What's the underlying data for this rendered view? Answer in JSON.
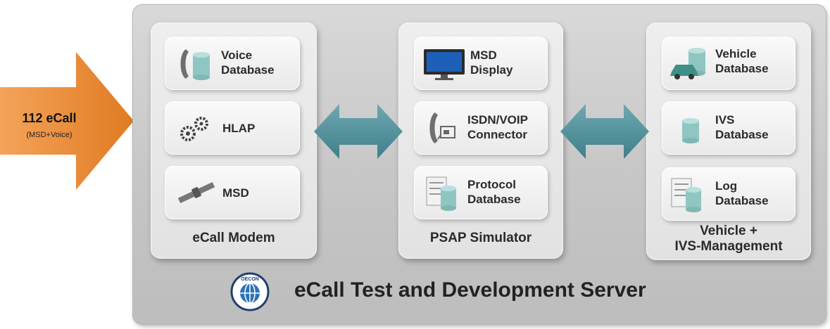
{
  "input": {
    "title": "112 eCall",
    "subtitle": "(MSD+Voice)"
  },
  "modem": {
    "title": "eCall Modem",
    "items": [
      {
        "label": "Voice\nDatabase",
        "icon": "phone-database-icon"
      },
      {
        "label": "HLAP",
        "icon": "gears-icon"
      },
      {
        "label": "MSD",
        "icon": "satellite-icon"
      }
    ]
  },
  "psap": {
    "title": "PSAP Simulator",
    "items": [
      {
        "label": "MSD\nDisplay",
        "icon": "monitor-icon"
      },
      {
        "label": "ISDN/VOIP\nConnector",
        "icon": "phone-connector-icon"
      },
      {
        "label": "Protocol\nDatabase",
        "icon": "document-database-icon"
      }
    ]
  },
  "vehicle": {
    "title": "Vehicle +\nIVS-Management",
    "items": [
      {
        "label": "Vehicle\nDatabase",
        "icon": "car-database-icon"
      },
      {
        "label": "IVS\nDatabase",
        "icon": "database-icon"
      },
      {
        "label": "Log\nDatabase",
        "icon": "document-database-icon"
      }
    ]
  },
  "footer": {
    "title": "eCall Test and Development Server",
    "logo_text": "OECON"
  },
  "colors": {
    "input_arrow": "#e8832f",
    "link_arrow": "#4f8f9a",
    "db": "#8fc6c2"
  }
}
